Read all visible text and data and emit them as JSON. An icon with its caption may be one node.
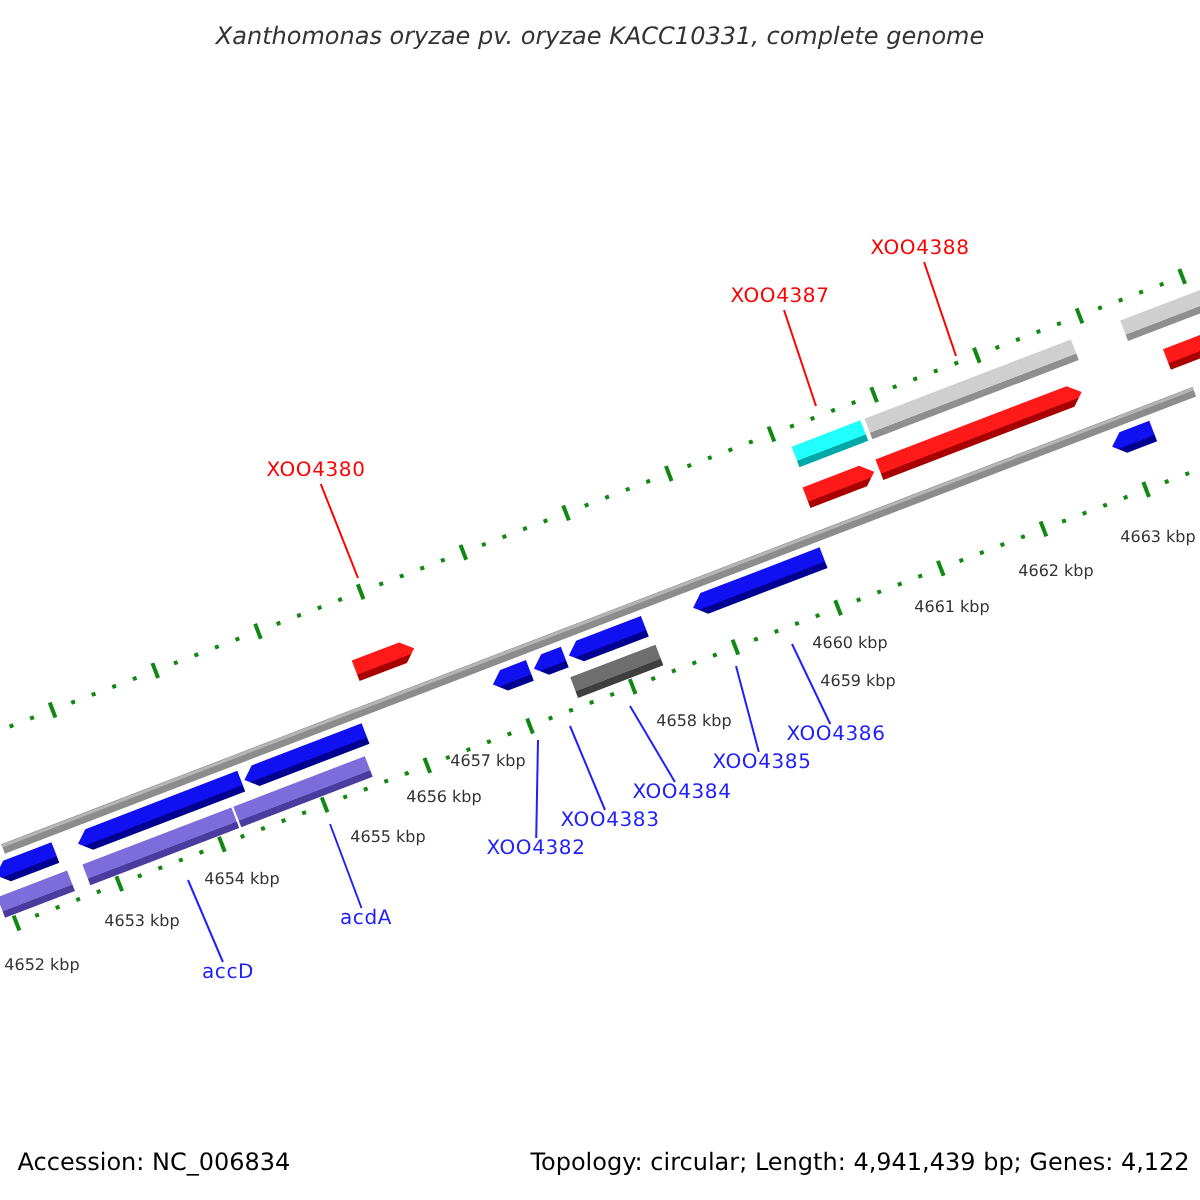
{
  "diagram": {
    "title": "Xanthomonas oryzae pv. oryzae KACC10331, complete genome",
    "nodes": [
      {
        "text": [
          "XOO4388"
        ]
      },
      {
        "text": [
          "XOO4387"
        ]
      },
      {
        "text": [
          "XOO4380"
        ]
      },
      {
        "text": [
          "XOO4386"
        ]
      },
      {
        "text": [
          "XOO4385"
        ]
      },
      {
        "text": [
          "XOO4384"
        ]
      },
      {
        "text": [
          "XOO4383"
        ]
      },
      {
        "text": [
          "XOO4382"
        ]
      },
      {
        "text": [
          "acdA"
        ]
      },
      {
        "text": [
          "accD"
        ]
      }
    ],
    "edges": [
      {
        "from": 0,
        "to": null,
        "arrow": "none",
        "color": "#ff0000"
      },
      {
        "from": 1,
        "to": null,
        "arrow": "none",
        "color": "#ff0000"
      },
      {
        "from": 2,
        "to": null,
        "arrow": "none",
        "color": "#ff0000"
      },
      {
        "from": 3,
        "to": null,
        "arrow": "none"
      },
      {
        "from": 4,
        "to": null,
        "arrow": "none"
      },
      {
        "from": 5,
        "to": null,
        "arrow": "none"
      },
      {
        "from": 6,
        "to": null,
        "arrow": "none"
      },
      {
        "from": 7,
        "to": null,
        "arrow": "none"
      },
      {
        "from": 8,
        "to": null,
        "arrow": "none"
      },
      {
        "from": 9,
        "to": null,
        "arrow": "none"
      }
    ],
    "labels": [
      "4663 kbp",
      "4662 kbp",
      "4661 kbp",
      "4660 kbp",
      "4659 kbp",
      "4658 kbp",
      "4657 kbp",
      "4656 kbp",
      "4655 kbp",
      "4654 kbp",
      "4653 kbp",
      "4652 kbp",
      "Accession: NC_006834",
      "Topology: circular; Length: 4,941,439 bp; Genes: 4,122"
    ]
  }
}
